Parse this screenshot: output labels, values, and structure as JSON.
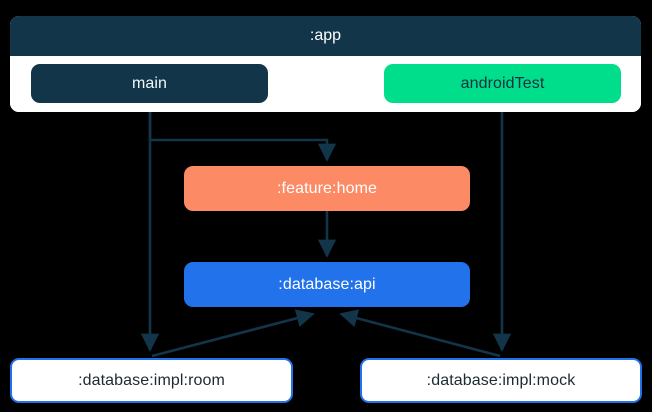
{
  "diagram": {
    "type": "module-dependency-graph",
    "background_color": "#000000",
    "subgraphs": [
      {
        "id": "app",
        "title": ":app",
        "header_color": "#123549",
        "body_color": "#ffffff",
        "children": [
          "main",
          "androidTest"
        ]
      }
    ],
    "nodes": [
      {
        "id": "main",
        "label": "main",
        "fill": "#123549",
        "text_color": "#f2f7fa",
        "border": "none"
      },
      {
        "id": "androidTest",
        "label": "androidTest",
        "fill": "#00de8c",
        "text_color": "#10303f",
        "border": "none"
      },
      {
        "id": "featureHome",
        "label": ":feature:home",
        "fill": "#fc8a65",
        "text_color": "#ffffff",
        "border": "none"
      },
      {
        "id": "databaseApi",
        "label": ":database:api",
        "fill": "#2272eb",
        "text_color": "#ffffff",
        "border": "none"
      },
      {
        "id": "implRoom",
        "label": ":database:impl:room",
        "fill": "#ffffff",
        "text_color": "#1b2a33",
        "border": "#2272eb"
      },
      {
        "id": "implMock",
        "label": ":database:impl:mock",
        "fill": "#ffffff",
        "text_color": "#1b2a33",
        "border": "#2272eb"
      }
    ],
    "edges": [
      {
        "from": "main",
        "to": "featureHome",
        "color": "#123549"
      },
      {
        "from": "main",
        "to": "implRoom",
        "color": "#123549"
      },
      {
        "from": "androidTest",
        "to": "implMock",
        "color": "#123549"
      },
      {
        "from": "featureHome",
        "to": "databaseApi",
        "color": "#123549"
      },
      {
        "from": "implRoom",
        "to": "databaseApi",
        "color": "#123549"
      },
      {
        "from": "implMock",
        "to": "databaseApi",
        "color": "#123549"
      }
    ],
    "edge_color": "#123549"
  }
}
